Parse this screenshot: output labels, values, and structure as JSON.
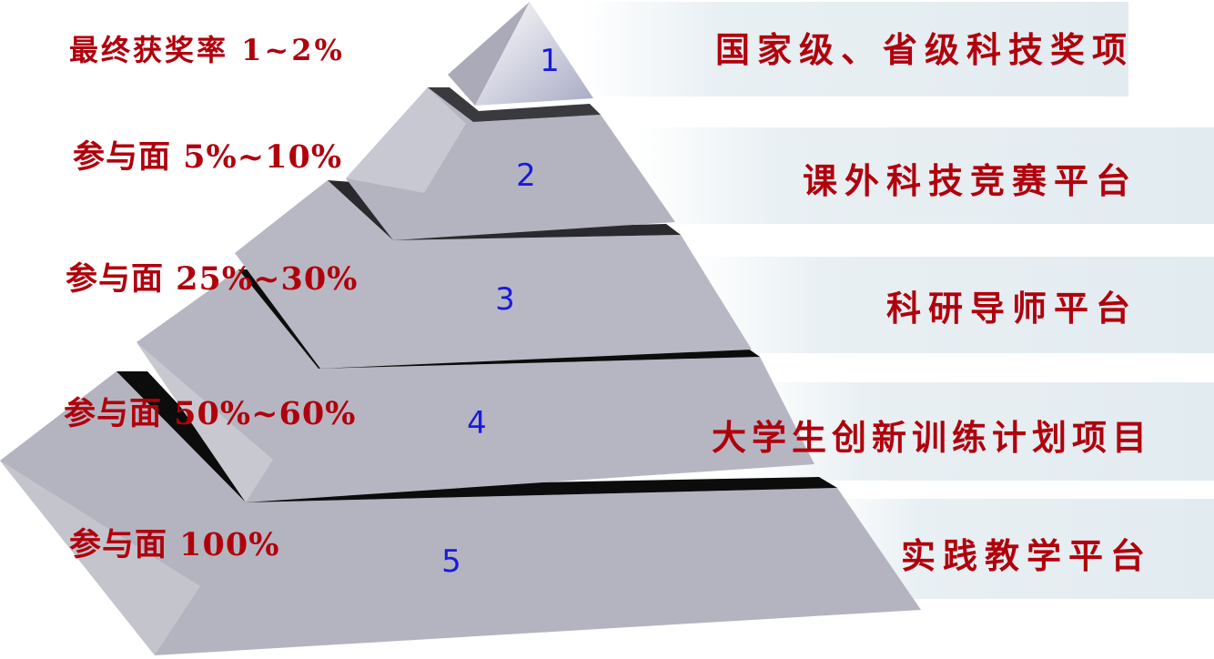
{
  "colors": {
    "left_label": "#b0000c",
    "right_label": "#b0000c",
    "number": "#1a1adc",
    "step_face": "#b4b4c0",
    "step_light": "#d2d2da",
    "step_dark": "#9a9aa8",
    "ledge": "#101010",
    "band": "#e6eef2"
  },
  "levels": [
    {
      "number": "1",
      "left": "最终获奖率  1~2%",
      "right": "国家级、省级科技奖项"
    },
    {
      "number": "2",
      "left": "参与面 5%~10%",
      "right": "课外科技竞赛平台"
    },
    {
      "number": "3",
      "left": "参与面 25%~30%",
      "right": "科研导师平台"
    },
    {
      "number": "4",
      "left": "参与面 50%~60%",
      "right": "大学生创新训练计划项目"
    },
    {
      "number": "5",
      "left": "参与面 100%",
      "right": "实践教学平台"
    }
  ]
}
